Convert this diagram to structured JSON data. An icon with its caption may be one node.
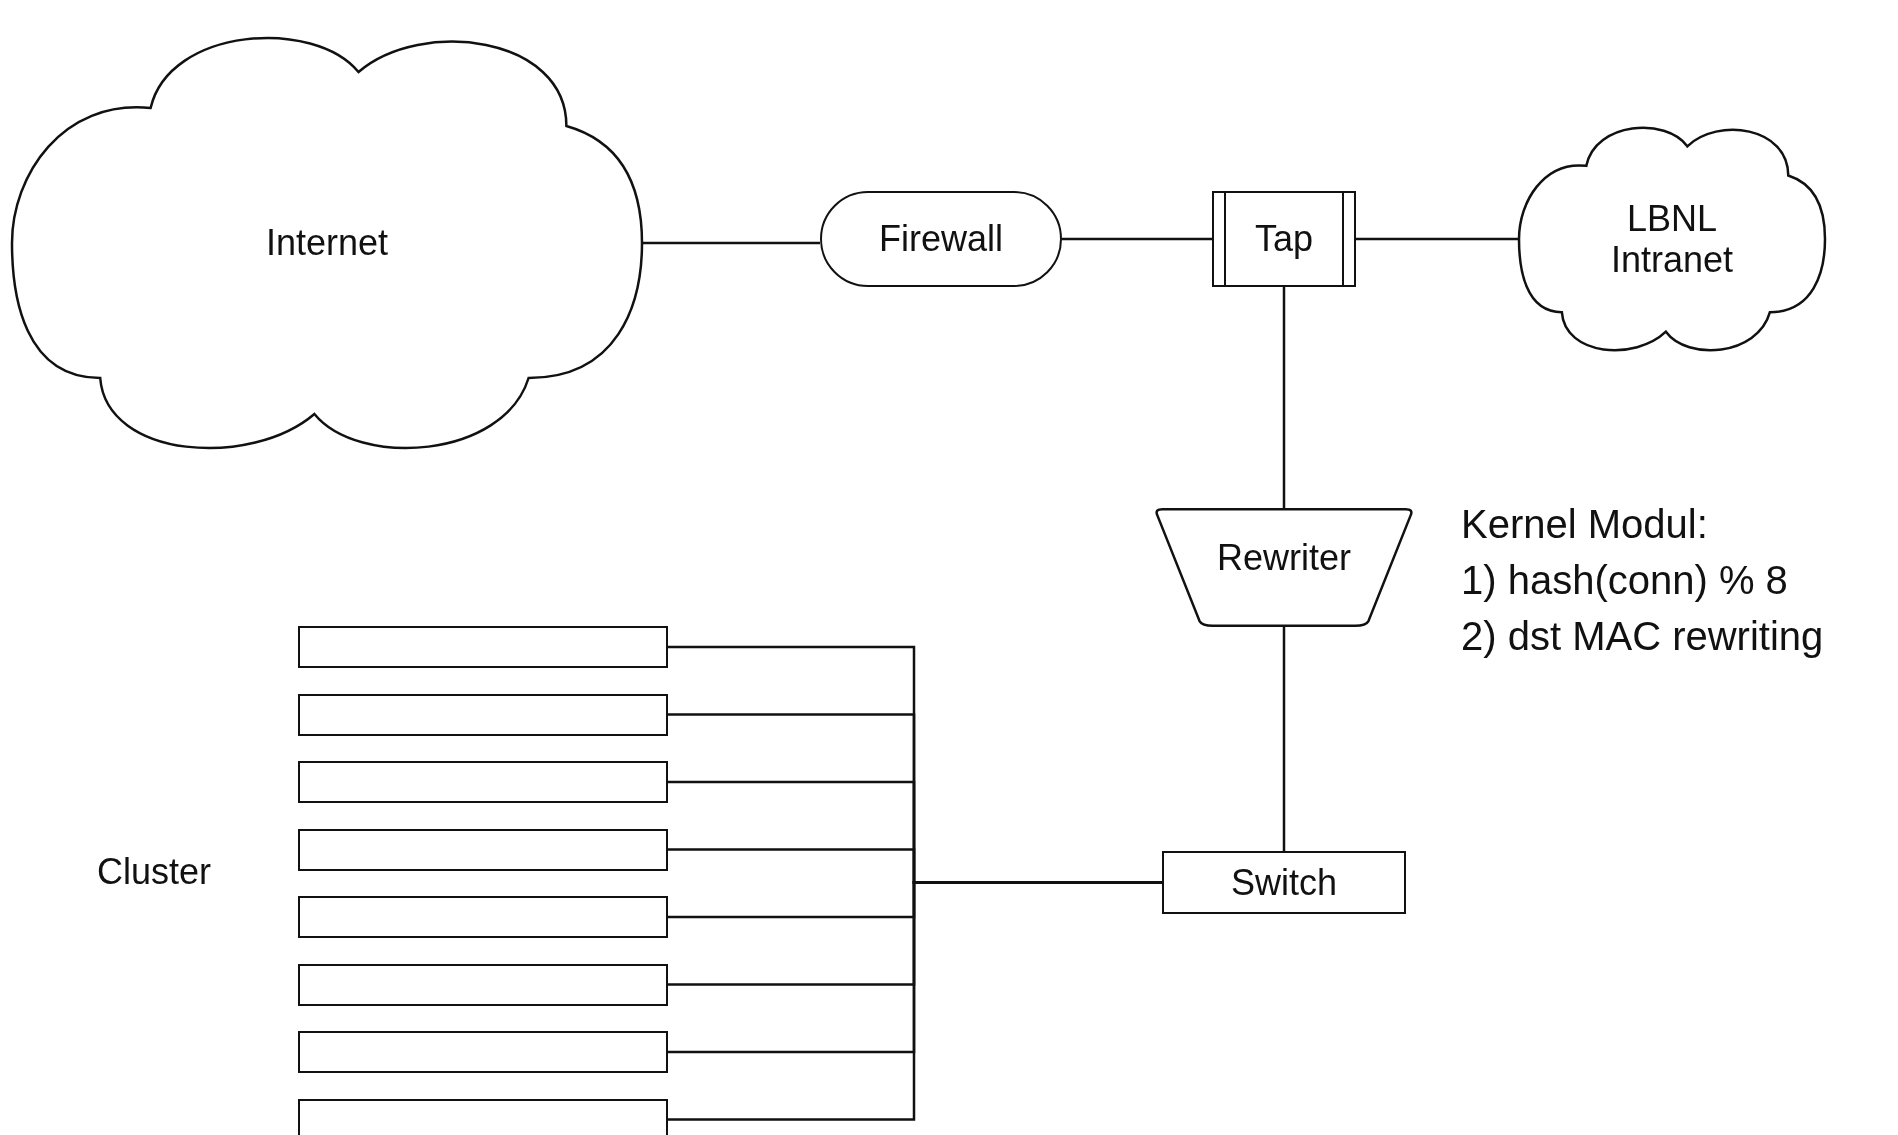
{
  "diagram": {
    "nodes": [
      {
        "text": [
          "Internet"
        ]
      },
      {
        "text": [
          "Firewall"
        ]
      },
      {
        "text": [
          "Tap"
        ]
      },
      {
        "text": [
          "LBNL Intranet"
        ]
      },
      {
        "text": [
          "Rewriter"
        ]
      },
      {
        "text": [
          "Switch"
        ]
      },
      {
        "text": [],
        "shape": "box"
      },
      {
        "text": [],
        "shape": "box"
      },
      {
        "text": [],
        "shape": "box"
      },
      {
        "text": [],
        "shape": "box"
      },
      {
        "text": [],
        "shape": "box"
      },
      {
        "text": [],
        "shape": "box"
      },
      {
        "text": [],
        "shape": "box"
      },
      {
        "text": [],
        "shape": "box"
      }
    ],
    "edges": [
      {
        "from": 0,
        "to": 1,
        "arrow": "none"
      },
      {
        "from": 1,
        "to": 2,
        "arrow": "none"
      },
      {
        "from": 2,
        "to": 3,
        "arrow": "none"
      },
      {
        "from": 2,
        "to": 4,
        "arrow": "none"
      },
      {
        "from": 4,
        "to": 5,
        "arrow": "none"
      },
      {
        "from": 5,
        "to": 6,
        "arrow": "none"
      },
      {
        "from": 5,
        "to": 7,
        "arrow": "none"
      },
      {
        "from": 5,
        "to": 8,
        "arrow": "none"
      },
      {
        "from": 5,
        "to": 9,
        "arrow": "none"
      },
      {
        "from": 5,
        "to": 10,
        "arrow": "none"
      },
      {
        "from": 5,
        "to": 11,
        "arrow": "none"
      },
      {
        "from": 5,
        "to": 12,
        "arrow": "none"
      },
      {
        "from": 5,
        "to": 13,
        "arrow": "none"
      }
    ],
    "labels": [
      "Kernel Modul:",
      "1) hash(conn) % 8",
      "2) dst MAC rewriting",
      "Cluster"
    ]
  }
}
